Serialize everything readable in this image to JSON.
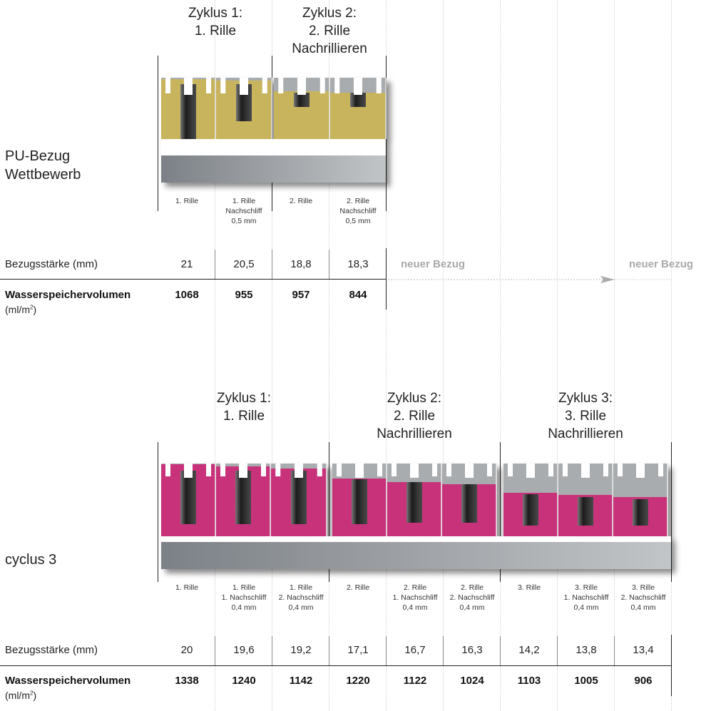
{
  "top": {
    "side_label_line1": "PU-Bezug",
    "side_label_line2": "Wettbewerb",
    "cycle1": {
      "line1": "Zyklus 1:",
      "line2": "1. Rille"
    },
    "cycle2": {
      "line1": "Zyklus 2:",
      "line2": "2. Rille",
      "line3": "Nachrillieren"
    },
    "captions": [
      {
        "l1": "1. Rille",
        "l2": "",
        "l3": ""
      },
      {
        "l1": "1. Rille",
        "l2": "Nachschliff",
        "l3": "0,5 mm"
      },
      {
        "l1": "2. Rille",
        "l2": "",
        "l3": ""
      },
      {
        "l1": "2. Rille",
        "l2": "Nachschliff",
        "l3": "0,5 mm"
      }
    ],
    "thickness_label": "Bezugsstärke (mm)",
    "thickness": [
      "21",
      "20,5",
      "18,8",
      "18,3"
    ],
    "volume_label": "Wasserspeichervolumen",
    "volume_unit": "(ml/m",
    "volume_unit_sup": "2",
    "volume_unit_close": ")",
    "volume": [
      "1068",
      "955",
      "957",
      "844"
    ],
    "new_cover_1": "neuer Bezug",
    "new_cover_2": "neuer Bezug"
  },
  "bottom": {
    "side_label": "cyclus 3",
    "cycle1": {
      "line1": "Zyklus 1:",
      "line2": "1. Rille"
    },
    "cycle2": {
      "line1": "Zyklus 2:",
      "line2": "2. Rille",
      "line3": "Nachrillieren"
    },
    "cycle3": {
      "line1": "Zyklus 3:",
      "line2": "3. Rille",
      "line3": "Nachrillieren"
    },
    "captions": [
      {
        "l1": "1. Rille",
        "l2": "",
        "l3": ""
      },
      {
        "l1": "1. Rille",
        "l2": "1. Nachschliff",
        "l3": "0,4 mm"
      },
      {
        "l1": "1. Rille",
        "l2": "2. Nachschliff",
        "l3": "0,4 mm"
      },
      {
        "l1": "2. Rille",
        "l2": "",
        "l3": ""
      },
      {
        "l1": "2. Rille",
        "l2": "1. Nachschliff",
        "l3": "0,4 mm"
      },
      {
        "l1": "2. Rille",
        "l2": "2. Nachschliff",
        "l3": "0,4 mm"
      },
      {
        "l1": "3. Rille",
        "l2": "",
        "l3": ""
      },
      {
        "l1": "3. Rille",
        "l2": "1. Nachschliff",
        "l3": "0,4 mm"
      },
      {
        "l1": "3. Rille",
        "l2": "2. Nachschliff",
        "l3": "0,4 mm"
      }
    ],
    "thickness_label": "Bezugsstärke (mm)",
    "thickness": [
      "20",
      "19,6",
      "19,2",
      "17,1",
      "16,7",
      "16,3",
      "14,2",
      "13,8",
      "13,4"
    ],
    "volume_label": "Wasserspeichervolumen",
    "volume_unit": "(ml/m",
    "volume_unit_sup": "2",
    "volume_unit_close": ")",
    "volume": [
      "1338",
      "1240",
      "1142",
      "1220",
      "1122",
      "1024",
      "1103",
      "1005",
      "906"
    ]
  },
  "colors": {
    "pu_cover": "#c7b45b",
    "competitor_cover": "#c8327a",
    "worn_grey": "#a9acae",
    "core_steel": "#8a8e92",
    "groove_dark": "#3a3a3a",
    "arrow_grey": "#a9a9a9"
  }
}
